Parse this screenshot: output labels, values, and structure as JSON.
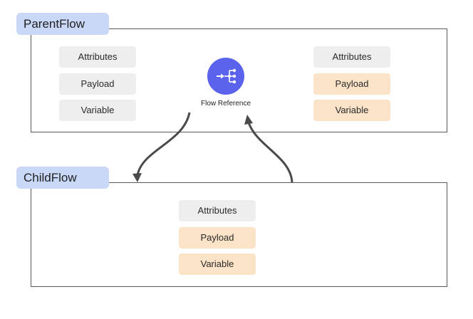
{
  "parent_flow": {
    "title": "ParentFlow",
    "left_column": [
      "Attributes",
      "Payload",
      "Variable"
    ],
    "right_column": [
      "Attributes",
      "Payload",
      "Variable"
    ],
    "flow_reference_label": "Flow Reference"
  },
  "child_flow": {
    "title": "ChildFlow",
    "column": [
      "Attributes",
      "Payload",
      "Variable"
    ]
  },
  "colors": {
    "label_bg": "#c9d8f7",
    "unchanged_bg": "#eeeeee",
    "changed_bg": "#fbe3c8",
    "flow_ref_icon": "#5b63ec",
    "border": "#5a5a5a",
    "arrow": "#4a4a4a"
  },
  "icons": {
    "flow_reference": "flow-reference-icon"
  }
}
